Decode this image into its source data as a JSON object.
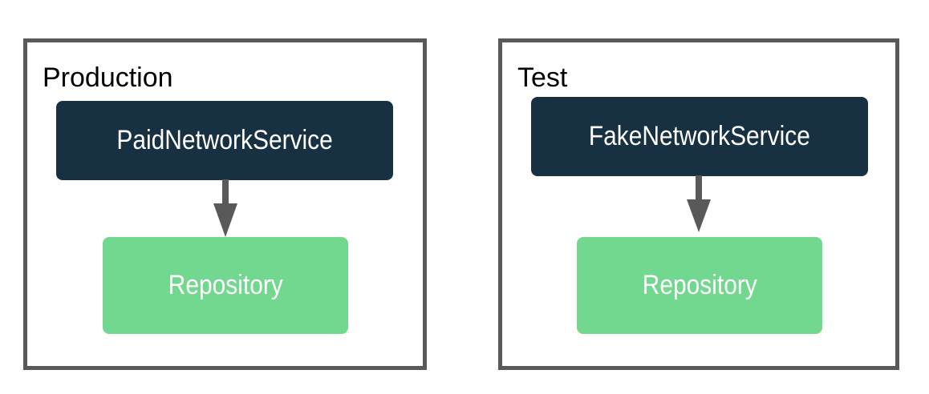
{
  "colors": {
    "service": "#173042",
    "repository": "#72d78f",
    "border": "#595959",
    "arrow": "#595959"
  },
  "panels": [
    {
      "label": "Production",
      "service": "PaidNetworkService",
      "repository": "Repository"
    },
    {
      "label": "Test",
      "service": "FakeNetworkService",
      "repository": "Repository"
    }
  ]
}
